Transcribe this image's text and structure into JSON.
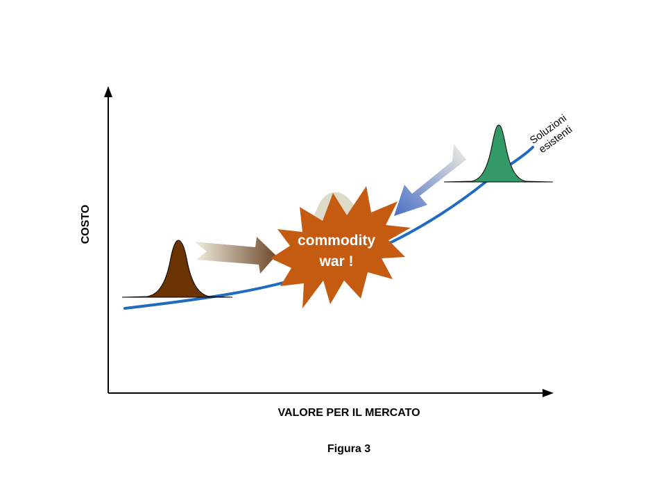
{
  "axes": {
    "x_label": "VALORE PER IL MERCATO",
    "y_label": "COSTO"
  },
  "curve": {
    "label_line1": "Soluzioni",
    "label_line2": "esistenti",
    "color": "#1F6BBF"
  },
  "burst": {
    "line1": "commodity",
    "line2": "war !",
    "color": "#C55A11"
  },
  "distributions": {
    "left_color": "#6B3300",
    "right_color": "#339966",
    "middle_color": "#D9D6C3"
  },
  "arrows": {
    "left_color_from": "#F2EFE0",
    "left_color_to": "#6E4B2E",
    "right_color_from": "#F2EFE0",
    "right_color_to": "#4A6FC6"
  },
  "caption": "Figura 3"
}
